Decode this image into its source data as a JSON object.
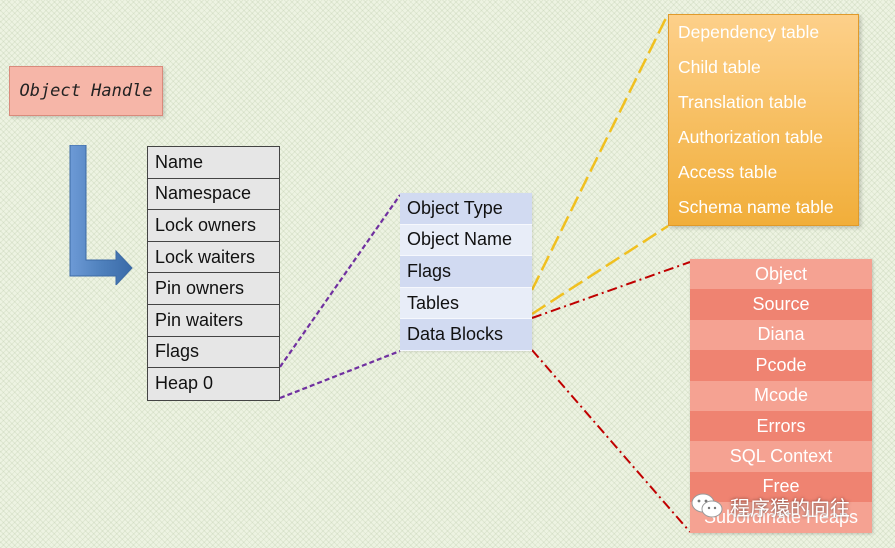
{
  "handle_title": "Object Handle",
  "handle_fields": [
    "Name",
    "Namespace",
    "Lock owners",
    "Lock waiters",
    "Pin owners",
    "Pin waiters",
    "Flags",
    "Heap 0"
  ],
  "object_fields": [
    "Object Type",
    "Object Name",
    "Flags",
    "Tables",
    "Data Blocks"
  ],
  "tables": [
    "Dependency table",
    "Child table",
    "Translation table",
    "Authorization table",
    "Access table",
    "Schema name table"
  ],
  "data_blocks": [
    "Object",
    "Source",
    "Diana",
    "Pcode",
    "Mcode",
    "Errors",
    "SQL Context",
    "Free",
    "Subordinate Heaps"
  ],
  "watermark_text": "程序猿的向往",
  "watermark_icon": "wechat-icon",
  "colors": {
    "handle_title_bg": "#f6b6a8",
    "handle_row_bg": "#e6e6e6",
    "object_row_dark": "#d1daf1",
    "object_row_light": "#e8edf8",
    "tables_gradient_top": "#fdd08a",
    "tables_gradient_bottom": "#f1ae3a",
    "blocks_light": "#f5a292",
    "blocks_dark": "#ef8371",
    "arrow_blue": "#4f81bd",
    "line_purple": "#7030a0",
    "line_yellow": "#f0c020",
    "line_red": "#c00000"
  }
}
